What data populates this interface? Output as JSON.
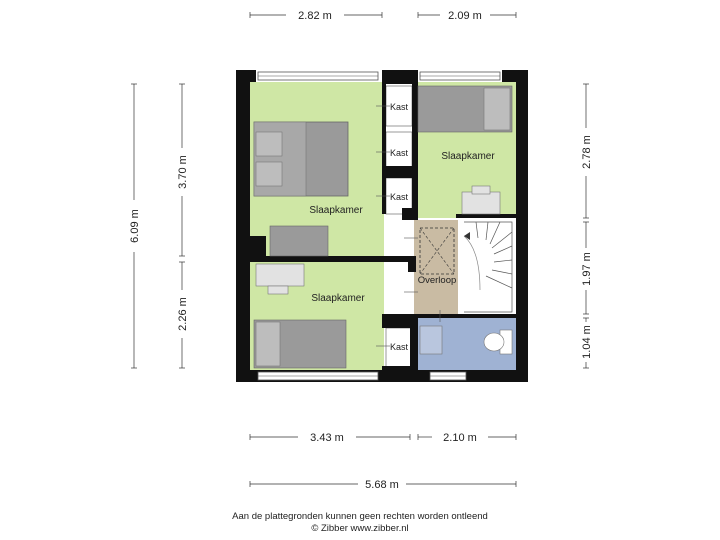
{
  "rooms": {
    "bedroom_left_top": "Slaapkamer",
    "bedroom_right_top": "Slaapkamer",
    "bedroom_left_bottom": "Slaapkamer",
    "landing": "Overloop",
    "closet_1": "Kast",
    "closet_2": "Kast",
    "closet_3": "Kast",
    "closet_4": "Kast"
  },
  "dimensions": {
    "top_left_width": "2.82 m",
    "top_right_width": "2.09 m",
    "bottom_left_width": "3.43 m",
    "bottom_right_width": "2.10 m",
    "total_width": "5.68 m",
    "left_total_height": "6.09 m",
    "left_upper_height": "3.70 m",
    "left_lower_height": "2.26 m",
    "right_upper_height": "2.78 m",
    "right_middle_height": "1.97 m",
    "right_lower_height": "1.04 m"
  },
  "footer": {
    "line1": "Aan de plattegronden kunnen geen rechten worden ontleend",
    "line2": "© Zibber www.zibber.nl"
  },
  "colors": {
    "bedroom": "#cfe7a5",
    "landing": "#c9bba3",
    "bathroom": "#9fb2d3",
    "wall": "#111111",
    "furniture": "#9a9a9a"
  }
}
